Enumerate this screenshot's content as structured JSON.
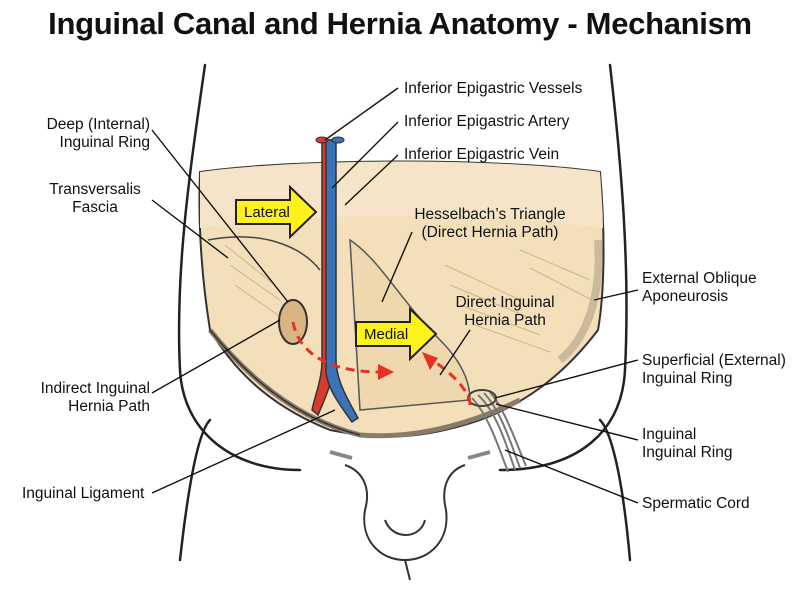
{
  "title": "Inguinal Canal and Hernia Anatomy - Mechanism",
  "labels": {
    "inferior_epigastric_vessels": "Inferior Epigastric Vessels",
    "inferior_epigastric_artery": "Inferior Epigastric Artery",
    "inferior_epigastric_vein": "Inferior Epigastric Vein",
    "deep_ring_line1": "Deep (Internal)",
    "deep_ring_line2": "Inguinal Ring",
    "transversalis_line1": "Transversalis",
    "transversalis_line2": "Fascia",
    "hesselbach_line1": "Hesselbach’s Triangle",
    "hesselbach_line2": "(Direct Hernia Path)",
    "direct_path_line1": "Direct Inguinal",
    "direct_path_line2": "Hernia Path",
    "external_oblique_line1": "External Oblique",
    "external_oblique_line2": "Aponeurosis",
    "superficial_ring_line1": "Superficial (External)",
    "superficial_ring_line2": "Inguinal Ring",
    "indirect_path_line1": "Indirect Inguinal",
    "indirect_path_line2": "Hernia Path",
    "inguinal_ring_line1": "Inguinal",
    "inguinal_ring_line2": "Inguinal Ring",
    "inguinal_ligament": "Inguinal Ligament",
    "spermatic_cord": "Spermatic Cord"
  },
  "arrows": {
    "lateral": "Lateral",
    "medial": "Medial"
  },
  "colors": {
    "artery": "#d93a30",
    "vein": "#3a73b8",
    "hernia_path": "#e53222",
    "arrow_fill": "#fff21a",
    "skin": "#f6e8cf",
    "muscle": "#efd5a8"
  }
}
